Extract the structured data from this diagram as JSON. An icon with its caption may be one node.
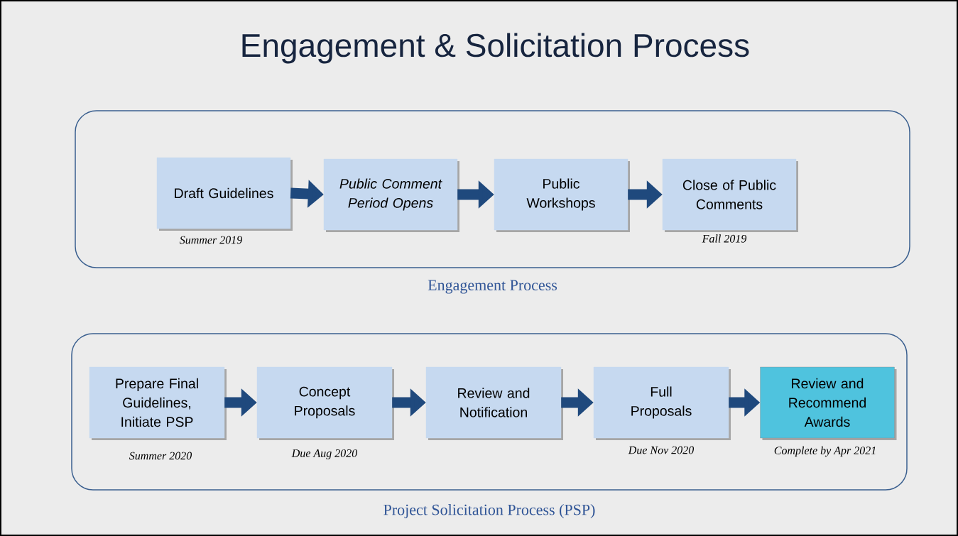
{
  "diagram": {
    "title": "Engagement & Solicitation Process",
    "nodes": [
      {
        "text": [
          "Engagement Process"
        ]
      },
      {
        "text": [
          "Draft Guidelines"
        ],
        "in": 0,
        "beside": [
          "Summer 2019"
        ]
      },
      {
        "text": [
          "Public Comment Period Opens"
        ],
        "in": 0
      },
      {
        "text": [
          "Public Workshops"
        ],
        "in": 0
      },
      {
        "text": [
          "Close of Public Comments"
        ],
        "in": 0,
        "beside": [
          "Fall 2019"
        ]
      },
      {
        "text": [
          "Project Solicitation Process (PSP)"
        ]
      },
      {
        "text": [
          "Prepare Final Guidelines, Initiate PSP"
        ],
        "in": 5,
        "beside": [
          "Summer 2020"
        ]
      },
      {
        "text": [
          "Concept Proposals"
        ],
        "in": 5,
        "beside": [
          "Due Aug 2020"
        ]
      },
      {
        "text": [
          "Review and Notification"
        ],
        "in": 5
      },
      {
        "text": [
          "Full Proposals"
        ],
        "in": 5,
        "beside": [
          "Due Nov 2020"
        ]
      },
      {
        "text": [
          "Review and Recommend Awards"
        ],
        "in": 5,
        "beside": [
          "Complete by Apr 2021"
        ]
      }
    ],
    "edges": [
      {
        "from": 1,
        "to": 2,
        "arrow": "to"
      },
      {
        "from": 2,
        "to": 3,
        "arrow": "to"
      },
      {
        "from": 3,
        "to": 4,
        "arrow": "to"
      },
      {
        "from": 6,
        "to": 7,
        "arrow": "to"
      },
      {
        "from": 7,
        "to": 8,
        "arrow": "to"
      },
      {
        "from": 8,
        "to": 9,
        "arrow": "to"
      },
      {
        "from": 9,
        "to": 10,
        "arrow": "to"
      }
    ]
  }
}
